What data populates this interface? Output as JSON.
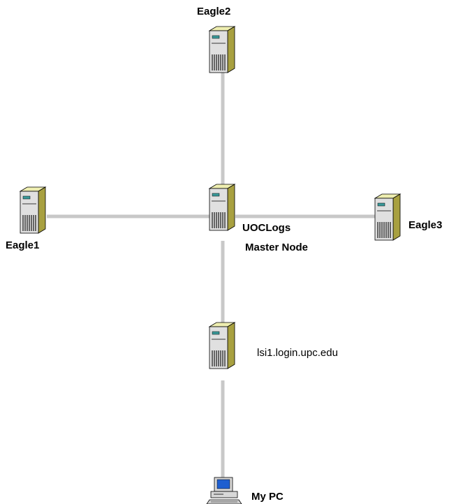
{
  "nodes": {
    "eagle2": {
      "label": "Eagle2",
      "icon": "server-tower-icon"
    },
    "eagle1": {
      "label": "Eagle1",
      "icon": "server-tower-icon"
    },
    "eagle3": {
      "label": "Eagle3",
      "icon": "server-tower-icon"
    },
    "master": {
      "label": "UOCLogs",
      "sublabel": "Master Node",
      "icon": "server-tower-icon"
    },
    "login": {
      "label": "lsi1.login.upc.edu",
      "icon": "server-tower-icon"
    },
    "mypc": {
      "label": "My PC",
      "icon": "desktop-computer-icon"
    }
  },
  "colors": {
    "link": "#c8c8c8",
    "server_front": "#e0e0e0",
    "server_side": "#a8a040",
    "server_top": "#eeeeb0",
    "server_outline": "#000000",
    "server_led": "#3a9a9a",
    "monitor_screen": "#1e5fd0"
  }
}
